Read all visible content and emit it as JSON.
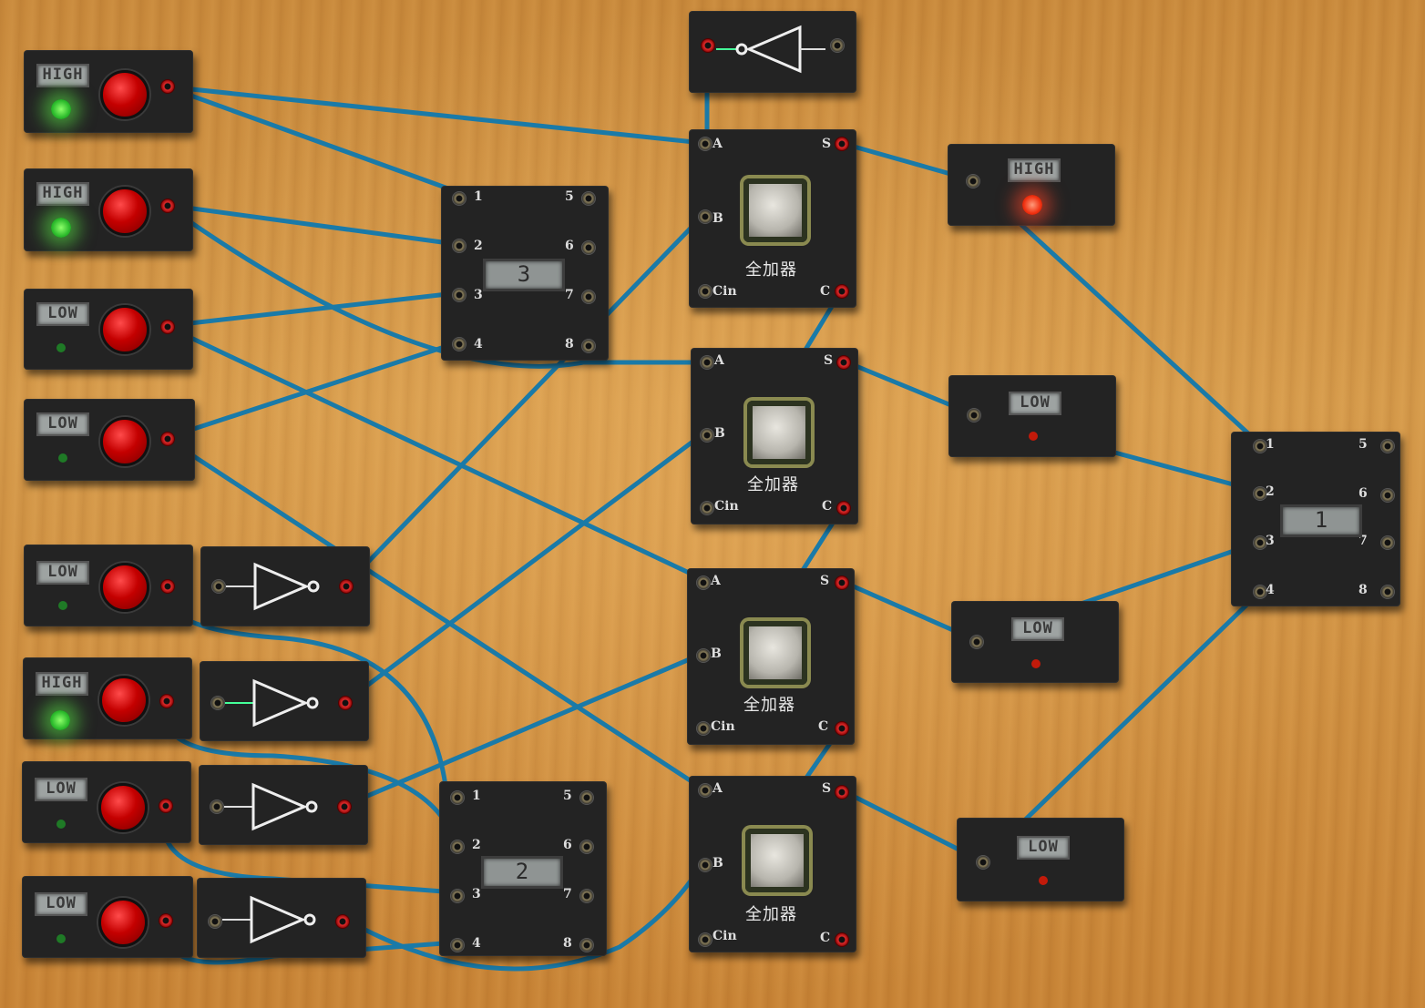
{
  "switches": [
    {
      "state": "HIGH",
      "led": "on"
    },
    {
      "state": "HIGH",
      "led": "on"
    },
    {
      "state": "LOW",
      "led": "off"
    },
    {
      "state": "LOW",
      "led": "off"
    },
    {
      "state": "LOW",
      "led": "off"
    },
    {
      "state": "HIGH",
      "led": "on"
    },
    {
      "state": "LOW",
      "led": "off"
    },
    {
      "state": "LOW",
      "led": "off"
    }
  ],
  "displays": [
    {
      "value": "3",
      "pins": [
        "1",
        "2",
        "3",
        "4",
        "5",
        "6",
        "7",
        "8"
      ]
    },
    {
      "value": "2",
      "pins": [
        "1",
        "2",
        "3",
        "4",
        "5",
        "6",
        "7",
        "8"
      ]
    },
    {
      "value": "1",
      "pins": [
        "1",
        "2",
        "3",
        "4",
        "5",
        "6",
        "7",
        "8"
      ]
    }
  ],
  "adders": [
    {
      "label": "全加器",
      "pins": {
        "a": "A",
        "b": "B",
        "cin": "Cin",
        "s": "S",
        "c": "C"
      }
    },
    {
      "label": "全加器",
      "pins": {
        "a": "A",
        "b": "B",
        "cin": "Cin",
        "s": "S",
        "c": "C"
      }
    },
    {
      "label": "全加器",
      "pins": {
        "a": "A",
        "b": "B",
        "cin": "Cin",
        "s": "S",
        "c": "C"
      }
    },
    {
      "label": "全加器",
      "pins": {
        "a": "A",
        "b": "B",
        "cin": "Cin",
        "s": "S",
        "c": "C"
      }
    }
  ],
  "outputs": [
    {
      "state": "HIGH",
      "led": "redon"
    },
    {
      "state": "LOW",
      "led": "redoff"
    },
    {
      "state": "LOW",
      "led": "redoff"
    },
    {
      "state": "LOW",
      "led": "redoff"
    }
  ],
  "wire_color": "#1a7aa8",
  "icons": {
    "not_gate": "not-gate-icon",
    "chip": "chip-icon"
  }
}
